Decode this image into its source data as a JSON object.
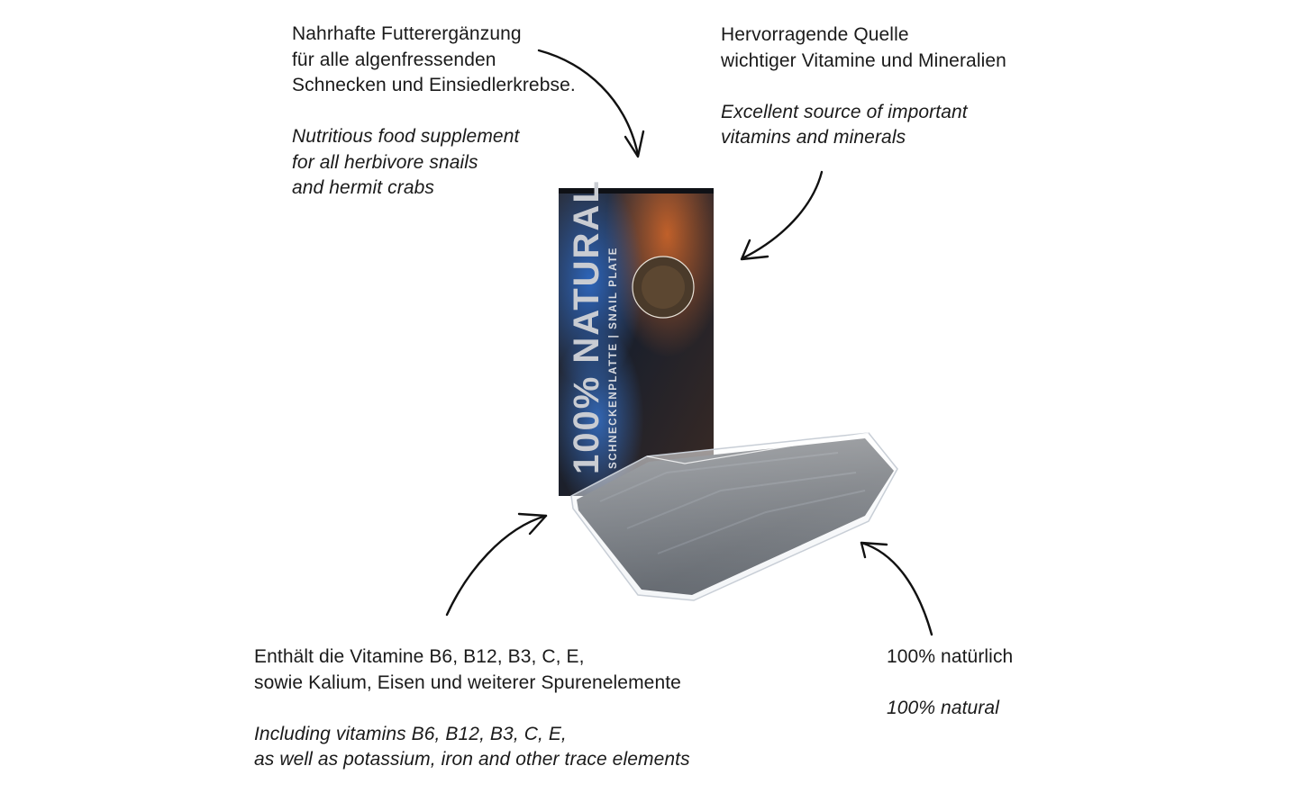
{
  "notes": {
    "top_left": {
      "de": [
        "Nahrhafte Futterergänzung",
        "für alle algenfressenden",
        "Schnecken und Einsiedlerkrebse."
      ],
      "en": [
        "Nutritious food supplement",
        "for all herbivore snails",
        "and hermit crabs"
      ]
    },
    "top_right": {
      "de": [
        "Hervorragende Quelle",
        "wichtiger Vitamine und Mineralien"
      ],
      "en": [
        "Excellent source of important",
        "vitamins and minerals"
      ]
    },
    "bottom_left": {
      "de": [
        "Enthält die Vitamine B6, B12, B3, C, E,",
        "sowie Kalium, Eisen und weiterer Spurenelemente"
      ],
      "en": [
        "Including vitamins B6, B12, B3, C, E,",
        "as well as potassium, iron and other trace elements"
      ]
    },
    "bottom_right": {
      "de": [
        "100% natürlich"
      ],
      "en": [
        "100% natural"
      ]
    }
  },
  "product": {
    "box_headline": "100% NATURAL",
    "box_subline": "SCHNECKENPLATTE | SNAIL PLATE"
  },
  "colors": {
    "text": "#1a1a1a",
    "box_dark": "#1e2230",
    "box_accent_blue": "#2f6fd0",
    "box_accent_orange": "#d2672a",
    "plate_dark": "#2a2f36"
  },
  "icons": [
    "arrow-top-left-icon",
    "arrow-top-right-icon",
    "arrow-bottom-left-icon",
    "arrow-bottom-right-icon"
  ]
}
